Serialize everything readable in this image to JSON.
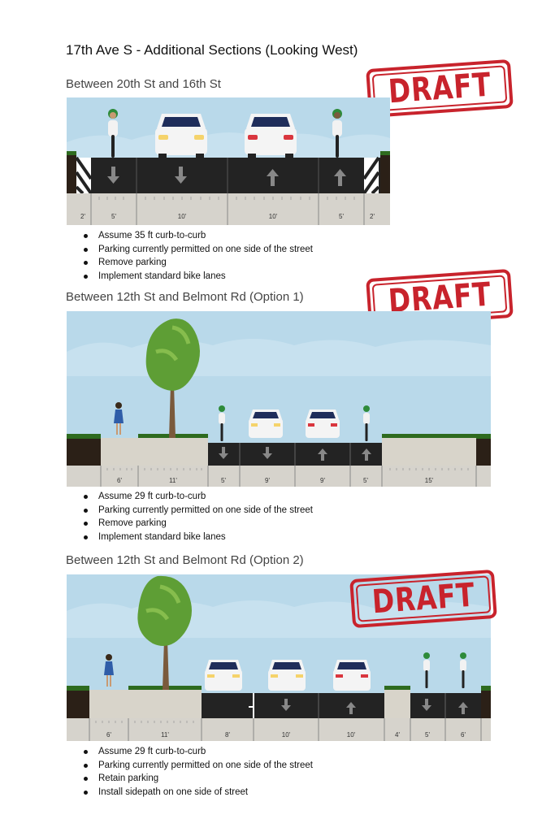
{
  "page_title": "17th Ave S - Additional Sections (Looking West)",
  "stamp_text": "DRAFT",
  "colors": {
    "sky": "#b9d9ea",
    "asphalt": "#232323",
    "sidewalk": "#d8d4ca",
    "dimension_band": "#d6d3cc",
    "grass": "#2e6b1f",
    "soil": "#2b2017",
    "stamp_red": "#c8232c",
    "tree_green": "#5e9e35"
  },
  "sections": [
    {
      "title": "Between 20th St and 16th St",
      "dimensions": [
        "2'",
        "5'",
        "10'",
        "10'",
        "5'",
        "2'"
      ],
      "bullets": [
        "Assume 35 ft curb-to-curb",
        "Parking currently permitted on one side of the street",
        "Remove parking",
        "Implement standard bike lanes"
      ]
    },
    {
      "title": "Between 12th St and Belmont Rd (Option 1)",
      "dimensions": [
        "6'",
        "11'",
        "5'",
        "9'",
        "9'",
        "5'",
        "15'"
      ],
      "bullets": [
        "Assume 29 ft curb-to-curb",
        "Parking currently permitted on one side of the street",
        "Remove parking",
        "Implement standard bike lanes"
      ]
    },
    {
      "title": "Between 12th St and Belmont Rd (Option 2)",
      "dimensions": [
        "6'",
        "11'",
        "8'",
        "10'",
        "10'",
        "4'",
        "5'",
        "6'"
      ],
      "bullets": [
        "Assume 29 ft curb-to-curb",
        "Parking currently permitted on one side of the street",
        "Retain parking",
        "Install sidepath on one side of street"
      ]
    }
  ]
}
